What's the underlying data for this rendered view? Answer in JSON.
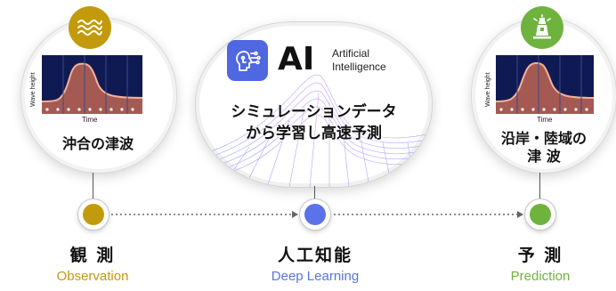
{
  "colors": {
    "observation": "#c39a0b",
    "deep_learning": "#5a73e8",
    "prediction": "#6fb33f",
    "chart_bg": "#101a52",
    "wave_fill": "#c96a52"
  },
  "left_panel": {
    "icon": "waves-icon",
    "ylabel": "Wave height",
    "xlabel": "Time",
    "caption": "沖合の津波"
  },
  "ai_panel": {
    "icon": "ai-brain-icon",
    "ai_label": "AI",
    "artificial": "Artificial",
    "intelligence": "Intelligence",
    "line1": "シミュレーションデータ",
    "line2": "から学習し高速予測"
  },
  "right_panel": {
    "icon": "lighthouse-icon",
    "ylabel": "Wave height",
    "xlabel": "Time",
    "caption_line1": "沿岸・陸域の",
    "caption_line2": "津 波"
  },
  "stages": [
    {
      "title": "観 測",
      "subtitle": "Observation"
    },
    {
      "title": "人工知能",
      "subtitle": "Deep Learning"
    },
    {
      "title": "予 測",
      "subtitle": "Prediction"
    }
  ]
}
